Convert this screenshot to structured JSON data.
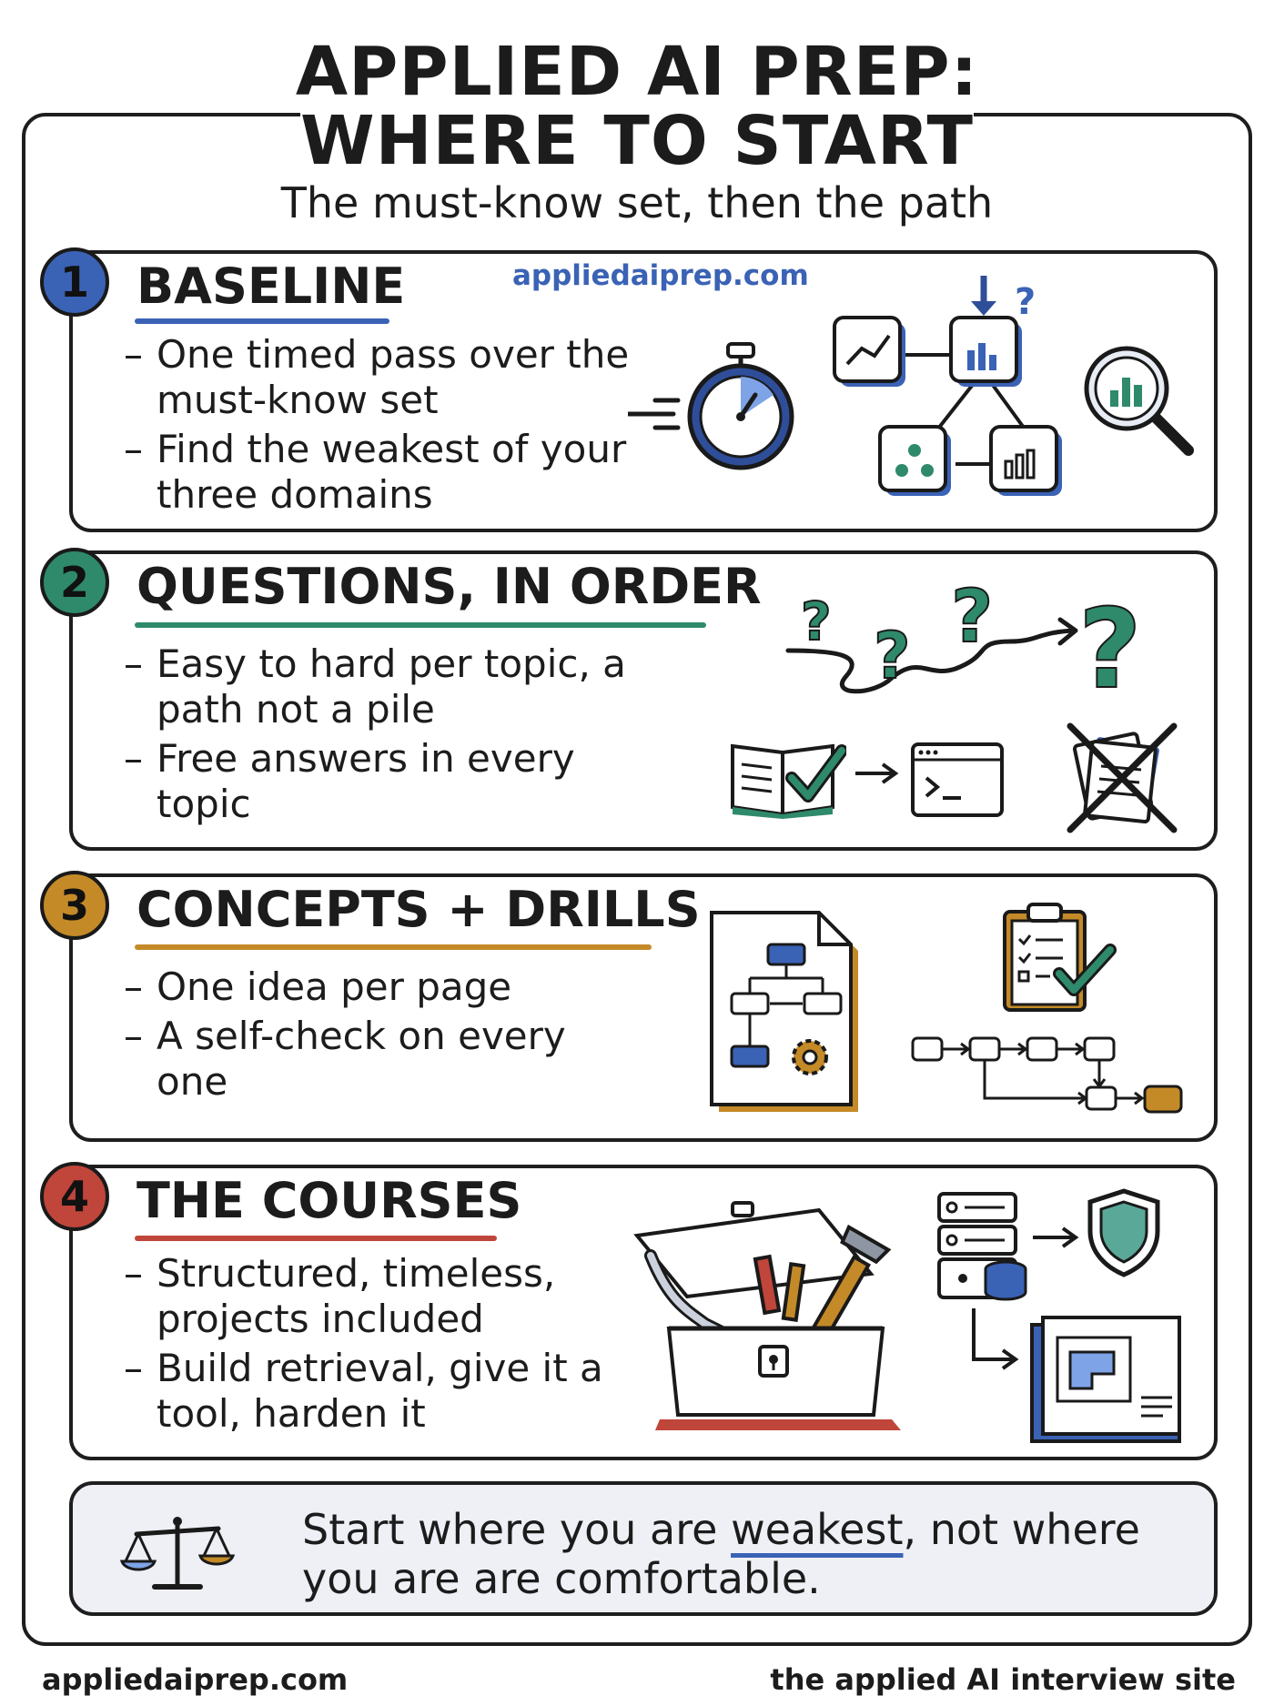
{
  "header": {
    "title_line1": "APPLIED AI PREP:",
    "title_line2": "WHERE TO START",
    "subtitle": "The must-know set, then the path"
  },
  "site_tag": "appliedaiprep.com",
  "steps": [
    {
      "number": "1",
      "title": "BASELINE",
      "color": "#3a62b5",
      "bullets": [
        "One timed pass over the must-know set",
        "Find the weakest of your three domains"
      ],
      "icons": [
        "stopwatch-icon",
        "chart-network-icon",
        "magnifier-chart-icon"
      ]
    },
    {
      "number": "2",
      "title": "QUESTIONS, IN ORDER",
      "color": "#2e8a6b",
      "bullets": [
        "Easy to hard per topic, a path not a pile",
        "Free answers in every topic"
      ],
      "icons": [
        "question-path-icon",
        "book-check-icon",
        "terminal-icon",
        "crossed-pile-icon"
      ]
    },
    {
      "number": "3",
      "title": "CONCEPTS + DRILLS",
      "color": "#c48a28",
      "bullets": [
        "One idea per page",
        "A self-check on every one"
      ],
      "icons": [
        "concept-page-icon",
        "clipboard-check-icon",
        "flow-chain-icon"
      ]
    },
    {
      "number": "4",
      "title": "THE COURSES",
      "color": "#c0453a",
      "bullets": [
        "Structured, timeless, projects included",
        "Build retrieval, give it a tool, harden it"
      ],
      "icons": [
        "toolbox-icon",
        "server-icon",
        "shield-icon",
        "blueprint-icon"
      ]
    }
  ],
  "takeaway": {
    "before": "Start where you are ",
    "emphasis": "weakest",
    "after": ", not where you are are comfortable.",
    "icon": "scale-icon"
  },
  "footer": {
    "left": "appliedaiprep.com",
    "right": "the applied AI interview site"
  }
}
